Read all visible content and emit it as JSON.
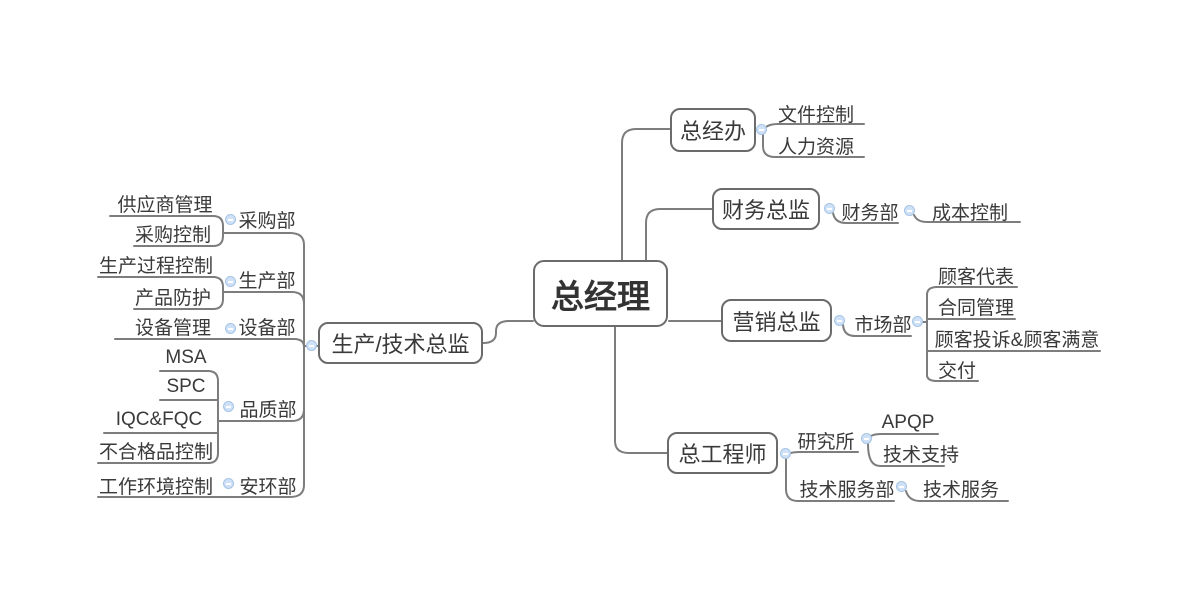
{
  "colors": {
    "line": "#7d7d7d",
    "box_border": "#6b6b6b",
    "text": "#3a3a3a",
    "collapse_fill": "#cfe1f6",
    "collapse_border": "#a6c4e6"
  },
  "tree": {
    "label": "总经理",
    "children": [
      {
        "label": "总经办",
        "children": [
          {
            "label": "文件控制"
          },
          {
            "label": "人力资源"
          }
        ]
      },
      {
        "label": "财务总监",
        "children": [
          {
            "label": "财务部",
            "children": [
              {
                "label": "成本控制"
              }
            ]
          }
        ]
      },
      {
        "label": "营销总监",
        "children": [
          {
            "label": "市场部",
            "children": [
              {
                "label": "顾客代表"
              },
              {
                "label": "合同管理"
              },
              {
                "label": "顾客投诉&顾客满意"
              },
              {
                "label": "交付"
              }
            ]
          }
        ]
      },
      {
        "label": "总工程师",
        "children": [
          {
            "label": "研究所",
            "children": [
              {
                "label": "APQP"
              },
              {
                "label": "技术支持"
              }
            ]
          },
          {
            "label": "技术服务部",
            "children": [
              {
                "label": "技术服务"
              }
            ]
          }
        ]
      },
      {
        "label": "生产/技术总监",
        "children": [
          {
            "label": "采购部",
            "children": [
              {
                "label": "供应商管理"
              },
              {
                "label": "采购控制"
              }
            ]
          },
          {
            "label": "生产部",
            "children": [
              {
                "label": "生产过程控制"
              },
              {
                "label": "产品防护"
              }
            ]
          },
          {
            "label": "设备部",
            "children": [
              {
                "label": "设备管理"
              }
            ]
          },
          {
            "label": "品质部",
            "children": [
              {
                "label": "MSA"
              },
              {
                "label": "SPC"
              },
              {
                "label": "IQC&FQC"
              },
              {
                "label": "不合格品控制"
              }
            ]
          },
          {
            "label": "安环部",
            "children": [
              {
                "label": "工作环境控制"
              }
            ]
          }
        ]
      }
    ]
  }
}
